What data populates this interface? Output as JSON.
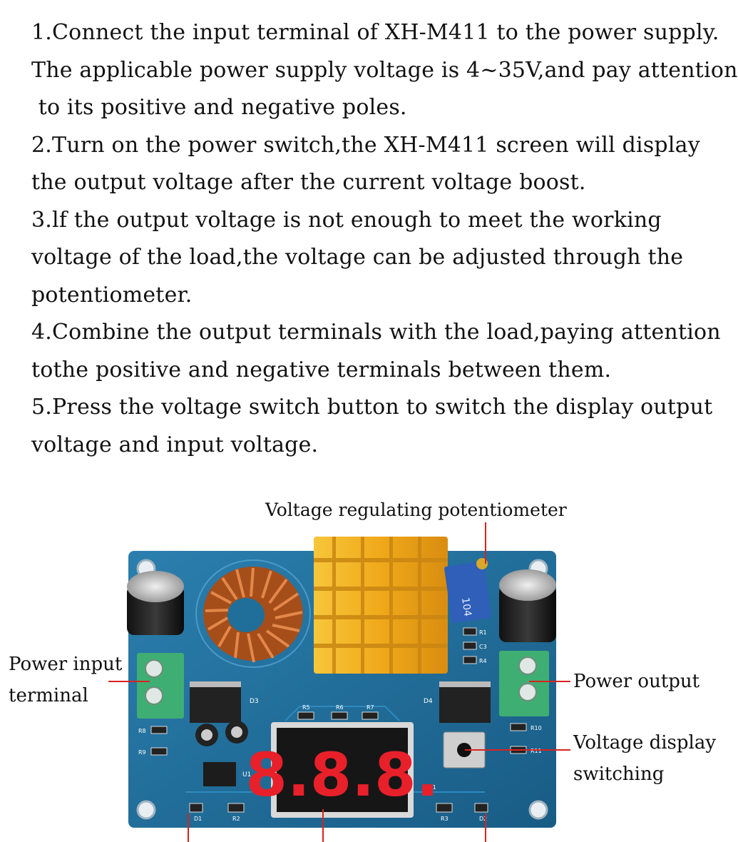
{
  "instructions": [
    "1.Connect the input terminal of XH-M411 to the power supply.",
    "The applicable power supply voltage is 4~35V,and pay attention",
    " to its positive and negative poles.",
    "2.Turn on the power switch,the XH-M411 screen will display",
    "the output voltage after the current voltage boost.",
    "3.lf the output voltage is not enough to meet the working",
    "voltage of the load,the voltage can be adjusted through the",
    "potentiometer.",
    "4.Combine the output terminals with the load,paying attention",
    "tothe positive and negative terminals between them.",
    "5.Press the voltage switch button to switch the display output",
    "voltage and input voltage."
  ],
  "labels": {
    "potentiometer": "Voltage regulating potentiometer",
    "power_input_1": "Power input",
    "power_input_2": "terminal",
    "power_output": "Power output",
    "display_switch_1": "Voltage display",
    "display_switch_2": "switching"
  },
  "board": {
    "display": "8.8.8.",
    "silk": {
      "d1": "D1",
      "r2": "R2",
      "r3": "R3",
      "d2": "D2",
      "d3": "D3",
      "d4": "D4",
      "r1": "R1",
      "c3": "C3",
      "r4": "R4",
      "r5": "R5",
      "r6": "R6",
      "r7": "R7",
      "r8": "R8",
      "r9": "R9",
      "r10": "R10",
      "r11": "R11",
      "u1": "U1",
      "c11": "C11",
      "pot_code": "104"
    }
  },
  "colors": {
    "pcb": "#1f6f9a",
    "heatsink": "#f2b21f",
    "terminal": "#3fae73",
    "callout": "#d8231f",
    "display_segment": "#e8202a"
  }
}
